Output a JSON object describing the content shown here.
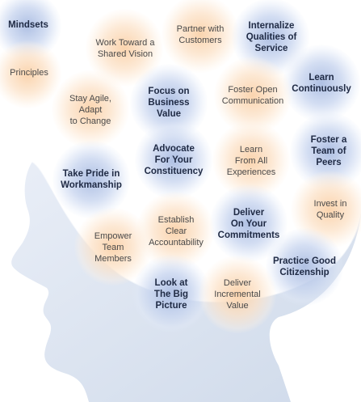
{
  "legend": {
    "mindsets_label": "Mindsets",
    "principles_label": "Principles"
  },
  "colors": {
    "mindset_bubble": "#aebfe2",
    "principle_bubble": "#f8cfa4",
    "head": "#dde5f1",
    "mindset_text": "#1f2a44",
    "principle_text": "#4a4a4a"
  },
  "items": [
    {
      "id": "work-toward-shared-vision",
      "kind": "principle",
      "lines": [
        "Work Toward a",
        "Shared Vision"
      ]
    },
    {
      "id": "partner-with-customers",
      "kind": "principle",
      "lines": [
        "Partner with",
        "Customers"
      ]
    },
    {
      "id": "internalize-qualities-of-service",
      "kind": "mindset",
      "lines": [
        "Internalize",
        "Qualities of",
        "Service"
      ]
    },
    {
      "id": "learn-continuously",
      "kind": "mindset",
      "lines": [
        "Learn",
        "Continuously"
      ]
    },
    {
      "id": "stay-agile",
      "kind": "principle",
      "lines": [
        "Stay Agile,",
        "Adapt",
        "to Change"
      ]
    },
    {
      "id": "focus-on-business-value",
      "kind": "mindset",
      "lines": [
        "Focus on",
        "Business",
        "Value"
      ]
    },
    {
      "id": "foster-open-communication",
      "kind": "principle",
      "lines": [
        "Foster Open",
        "Communication"
      ]
    },
    {
      "id": "foster-team-of-peers",
      "kind": "mindset",
      "lines": [
        "Foster a",
        "Team of",
        "Peers"
      ]
    },
    {
      "id": "advocate-for-constituency",
      "kind": "mindset",
      "lines": [
        "Advocate",
        "For Your",
        "Constituency"
      ]
    },
    {
      "id": "learn-from-all-experiences",
      "kind": "principle",
      "lines": [
        "Learn",
        "From All",
        "Experiences"
      ]
    },
    {
      "id": "take-pride-in-workmanship",
      "kind": "mindset",
      "lines": [
        "Take Pride in",
        "Workmanship"
      ]
    },
    {
      "id": "invest-in-quality",
      "kind": "principle",
      "lines": [
        "Invest in",
        "Quality"
      ]
    },
    {
      "id": "deliver-on-commitments",
      "kind": "mindset",
      "lines": [
        "Deliver",
        "On Your",
        "Commitments"
      ]
    },
    {
      "id": "establish-clear-accountability",
      "kind": "principle",
      "lines": [
        "Establish",
        "Clear",
        "Accountability"
      ]
    },
    {
      "id": "empower-team-members",
      "kind": "principle",
      "lines": [
        "Empower",
        "Team",
        "Members"
      ]
    },
    {
      "id": "practice-good-citizenship",
      "kind": "mindset",
      "lines": [
        "Practice Good",
        "Citizenship"
      ]
    },
    {
      "id": "look-at-big-picture",
      "kind": "mindset",
      "lines": [
        "Look at",
        "The Big",
        "Picture"
      ]
    },
    {
      "id": "deliver-incremental-value",
      "kind": "principle",
      "lines": [
        "Deliver",
        "Incremental",
        "Value"
      ]
    }
  ]
}
